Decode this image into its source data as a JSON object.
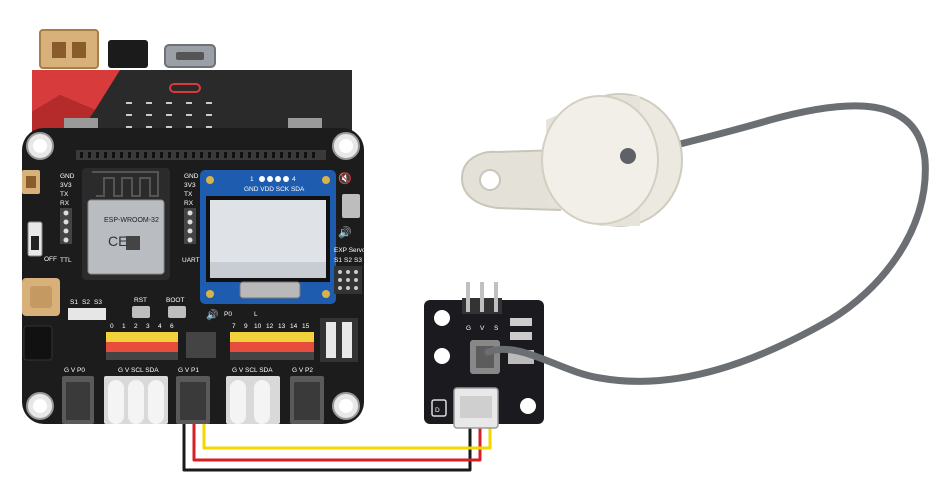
{
  "board": {
    "module_name": "ESP-WROOM-32",
    "left_header_labels": [
      "GND",
      "3V3",
      "TX",
      "RX"
    ],
    "right_header_labels": [
      "GND",
      "3V3",
      "TX",
      "RX"
    ],
    "ttl_label": "TTL",
    "uart_label": "UART",
    "off_label": "OFF",
    "oled_pins": [
      "1",
      "4"
    ],
    "oled_pin_names": "GND VDD SCK SDA",
    "servo_title": "EXP Servo",
    "servo_pins": [
      "S1",
      "S2",
      "S3"
    ],
    "switch_labels": [
      "S1",
      "S2",
      "S3"
    ],
    "rst_label": "RST",
    "boot_label": "BOOT",
    "p0_label": "P0",
    "l_label": "L",
    "pin_numbers_left": [
      "0",
      "1",
      "2",
      "3",
      "4",
      "6"
    ],
    "pin_numbers_right": [
      "7",
      "9",
      "10",
      "12",
      "13",
      "14",
      "15"
    ],
    "port_g_v_p0": "G V P0",
    "port_i2c": "G V SCL SDA",
    "port_g_v_p1": "G V P1",
    "port_g_v_p2": "G V P2"
  },
  "sensor": {
    "pins": [
      "G",
      "V",
      "S"
    ],
    "mark": "D"
  },
  "wires": {
    "colors": [
      "#1a1a1a",
      "#d81f26",
      "#f5d700"
    ]
  }
}
